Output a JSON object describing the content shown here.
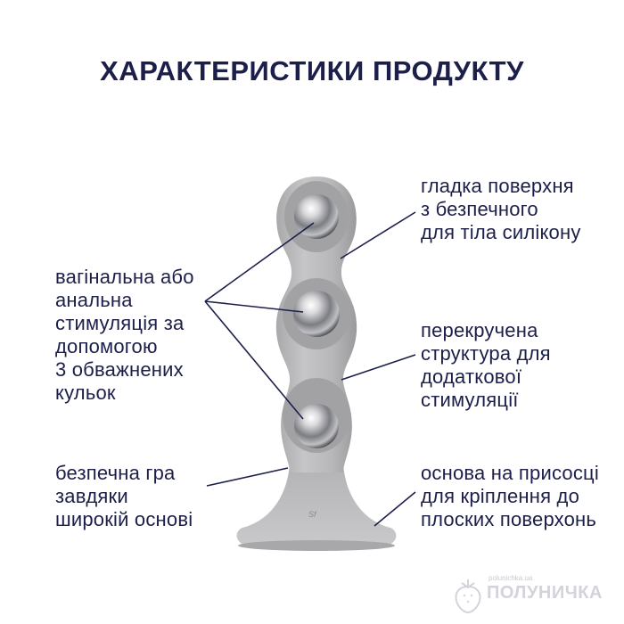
{
  "title": "ХАРАКТЕРИСТИКИ ПРОДУКТУ",
  "features": {
    "smooth_surface": "гладка поверхня\nз безпечного\nдля тіла силікону",
    "weighted_balls": "вагінальна або\nанальна\nстимуляція за\nдопомогою\n3 обважнених\nкульок",
    "twisted_structure": "перекручена\nструктура для\nдодаткової\nстимуляції",
    "safe_play": "безпечна гра\nзавдяки\nширокій основі",
    "suction_base": "основа на присосці\nдля кріплення до\nплоских поверхонь"
  },
  "product": {
    "logo_text": "Sf",
    "body_color": "#b9b9bb",
    "shadow_color": "#9d9d9f"
  },
  "watermark": {
    "site": "polunichka.ua",
    "brand": "ПОЛУНИЧКА",
    "icon": "strawberry-icon"
  },
  "colors": {
    "text": "#1c1f4a",
    "leader_lines": "#1c1f4a"
  }
}
